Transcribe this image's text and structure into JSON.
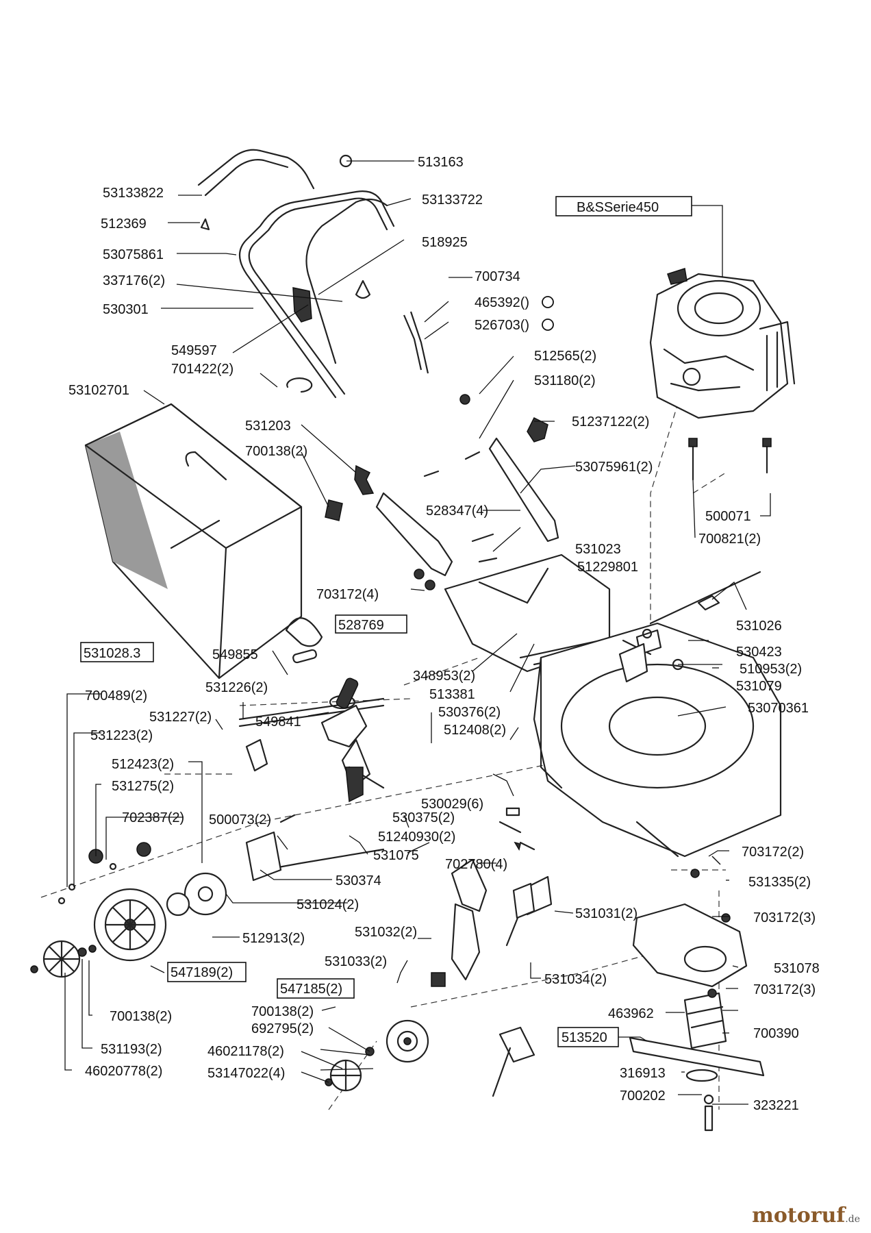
{
  "parts": [
    {
      "id": "p513163",
      "label": "513163"
    },
    {
      "id": "p53133822",
      "label": "53133822"
    },
    {
      "id": "p53133722",
      "label": "53133722"
    },
    {
      "id": "p512369",
      "label": "512369"
    },
    {
      "id": "p53075861",
      "label": "53075861"
    },
    {
      "id": "p518925",
      "label": "518925"
    },
    {
      "id": "p337176",
      "label": "337176(2)"
    },
    {
      "id": "p700734",
      "label": "700734"
    },
    {
      "id": "p530301",
      "label": "530301"
    },
    {
      "id": "p465392",
      "label": "465392()"
    },
    {
      "id": "p526703",
      "label": "526703()"
    },
    {
      "id": "p549597",
      "label": "549597"
    },
    {
      "id": "p701422",
      "label": "701422(2)"
    },
    {
      "id": "p512565",
      "label": "512565(2)"
    },
    {
      "id": "p531180",
      "label": "531180(2)"
    },
    {
      "id": "p53102701",
      "label": "53102701"
    },
    {
      "id": "p531203",
      "label": "531203"
    },
    {
      "id": "p51237122",
      "label": "51237122(2)"
    },
    {
      "id": "p700138a",
      "label": "700138(2)"
    },
    {
      "id": "p53075961",
      "label": "53075961(2)"
    },
    {
      "id": "p528347",
      "label": "528347(4)"
    },
    {
      "id": "p500071",
      "label": "500071"
    },
    {
      "id": "p700821",
      "label": "700821(2)"
    },
    {
      "id": "p531023",
      "label": "531023"
    },
    {
      "id": "p51229801",
      "label": "51229801"
    },
    {
      "id": "p703172a",
      "label": "703172(4)"
    },
    {
      "id": "p531026",
      "label": "531026"
    },
    {
      "id": "p528769",
      "label": "528769"
    },
    {
      "id": "p531028",
      "label": "531028.3"
    },
    {
      "id": "p530423",
      "label": "530423"
    },
    {
      "id": "p549855",
      "label": "549855"
    },
    {
      "id": "p510953",
      "label": "510953(2)"
    },
    {
      "id": "p348953",
      "label": "348953(2)"
    },
    {
      "id": "p531079",
      "label": "531079"
    },
    {
      "id": "p531226",
      "label": "531226(2)"
    },
    {
      "id": "p513381",
      "label": "513381"
    },
    {
      "id": "p700489",
      "label": "700489(2)"
    },
    {
      "id": "p53070361",
      "label": "53070361"
    },
    {
      "id": "p530376",
      "label": "530376(2)"
    },
    {
      "id": "p531227",
      "label": "531227(2)"
    },
    {
      "id": "p549841",
      "label": "549841"
    },
    {
      "id": "p512408",
      "label": "512408(2)"
    },
    {
      "id": "p531223",
      "label": "531223(2)"
    },
    {
      "id": "p512423",
      "label": "512423(2)"
    },
    {
      "id": "p531275",
      "label": "531275(2)"
    },
    {
      "id": "p530029",
      "label": "530029(6)"
    },
    {
      "id": "p702387",
      "label": "702387(2)"
    },
    {
      "id": "p500073",
      "label": "500073(2)"
    },
    {
      "id": "p530375",
      "label": "530375(2)"
    },
    {
      "id": "p51240930",
      "label": "51240930(2)"
    },
    {
      "id": "p531075",
      "label": "531075"
    },
    {
      "id": "p703172b",
      "label": "703172(2)"
    },
    {
      "id": "p702780",
      "label": "702780(4)"
    },
    {
      "id": "p530374",
      "label": "530374"
    },
    {
      "id": "p531335",
      "label": "531335(2)"
    },
    {
      "id": "p531024",
      "label": "531024(2)"
    },
    {
      "id": "p531031",
      "label": "531031(2)"
    },
    {
      "id": "p703172c",
      "label": "703172(3)"
    },
    {
      "id": "p512913",
      "label": "512913(2)"
    },
    {
      "id": "p531032",
      "label": "531032(2)"
    },
    {
      "id": "p531078",
      "label": "531078"
    },
    {
      "id": "p547189",
      "label": "547189(2)"
    },
    {
      "id": "p531033",
      "label": "531033(2)"
    },
    {
      "id": "p531034",
      "label": "531034(2)"
    },
    {
      "id": "p703172d",
      "label": "703172(3)"
    },
    {
      "id": "p547185",
      "label": "547185(2)"
    },
    {
      "id": "p700138b",
      "label": "700138(2)"
    },
    {
      "id": "p463962",
      "label": "463962"
    },
    {
      "id": "p700138c",
      "label": "700138(2)"
    },
    {
      "id": "p692795",
      "label": "692795(2)"
    },
    {
      "id": "p700390",
      "label": "700390"
    },
    {
      "id": "p513520",
      "label": "513520"
    },
    {
      "id": "p531193",
      "label": "531193(2)"
    },
    {
      "id": "p46021178",
      "label": "46021178(2)"
    },
    {
      "id": "p316913",
      "label": "316913"
    },
    {
      "id": "p46020778",
      "label": "46020778(2)"
    },
    {
      "id": "p53147022",
      "label": "53147022(4)"
    },
    {
      "id": "p700202",
      "label": "700202"
    },
    {
      "id": "p323221",
      "label": "323221"
    }
  ],
  "engine_label": "B&SSerie450",
  "watermark": {
    "brand": "motoruf",
    "suffix": ".de"
  }
}
